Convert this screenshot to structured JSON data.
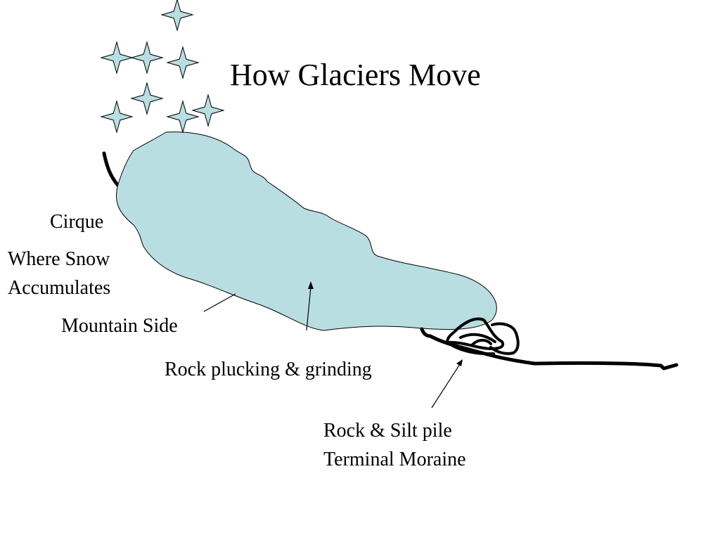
{
  "slide": {
    "title": "How Glaciers Move",
    "labels": {
      "cirque": "Cirque",
      "where_snow_line1": "Where Snow",
      "where_snow_line2": "Accumulates",
      "mountain_side": "Mountain Side",
      "plucking": "Rock plucking & grinding",
      "moraine_line1": "Rock & Silt pile",
      "moraine_line2": "Terminal Moraine"
    }
  },
  "colors": {
    "glacier_fill": "#b9dee2",
    "star_fill": "#b9dee2",
    "outline": "#000000",
    "background": "#ffffff"
  },
  "icons": {
    "snowflake": "four-point-star-icon"
  }
}
